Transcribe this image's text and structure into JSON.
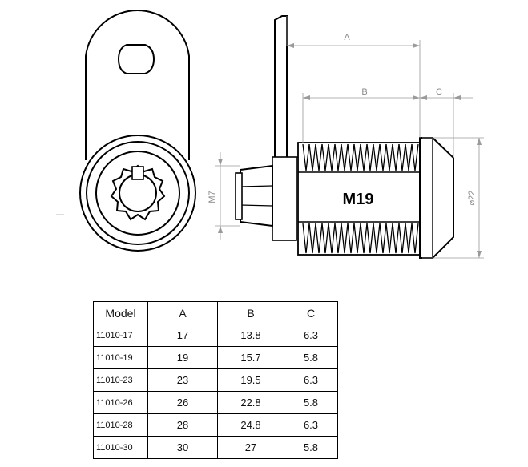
{
  "drawing": {
    "thread_label": "M19",
    "nut_label": "M7",
    "diameter_label": "⌀22",
    "dim_a": "A",
    "dim_b": "B",
    "dim_c": "C"
  },
  "table": {
    "headers": [
      "Model",
      "A",
      "B",
      "C"
    ],
    "rows": [
      [
        "11010-17",
        "17",
        "13.8",
        "6.3"
      ],
      [
        "11010-19",
        "19",
        "15.7",
        "5.8"
      ],
      [
        "11010-23",
        "23",
        "19.5",
        "6.3"
      ],
      [
        "11010-26",
        "26",
        "22.8",
        "5.8"
      ],
      [
        "11010-28",
        "28",
        "24.8",
        "6.3"
      ],
      [
        "11010-30",
        "30",
        "27",
        "5.8"
      ]
    ]
  }
}
